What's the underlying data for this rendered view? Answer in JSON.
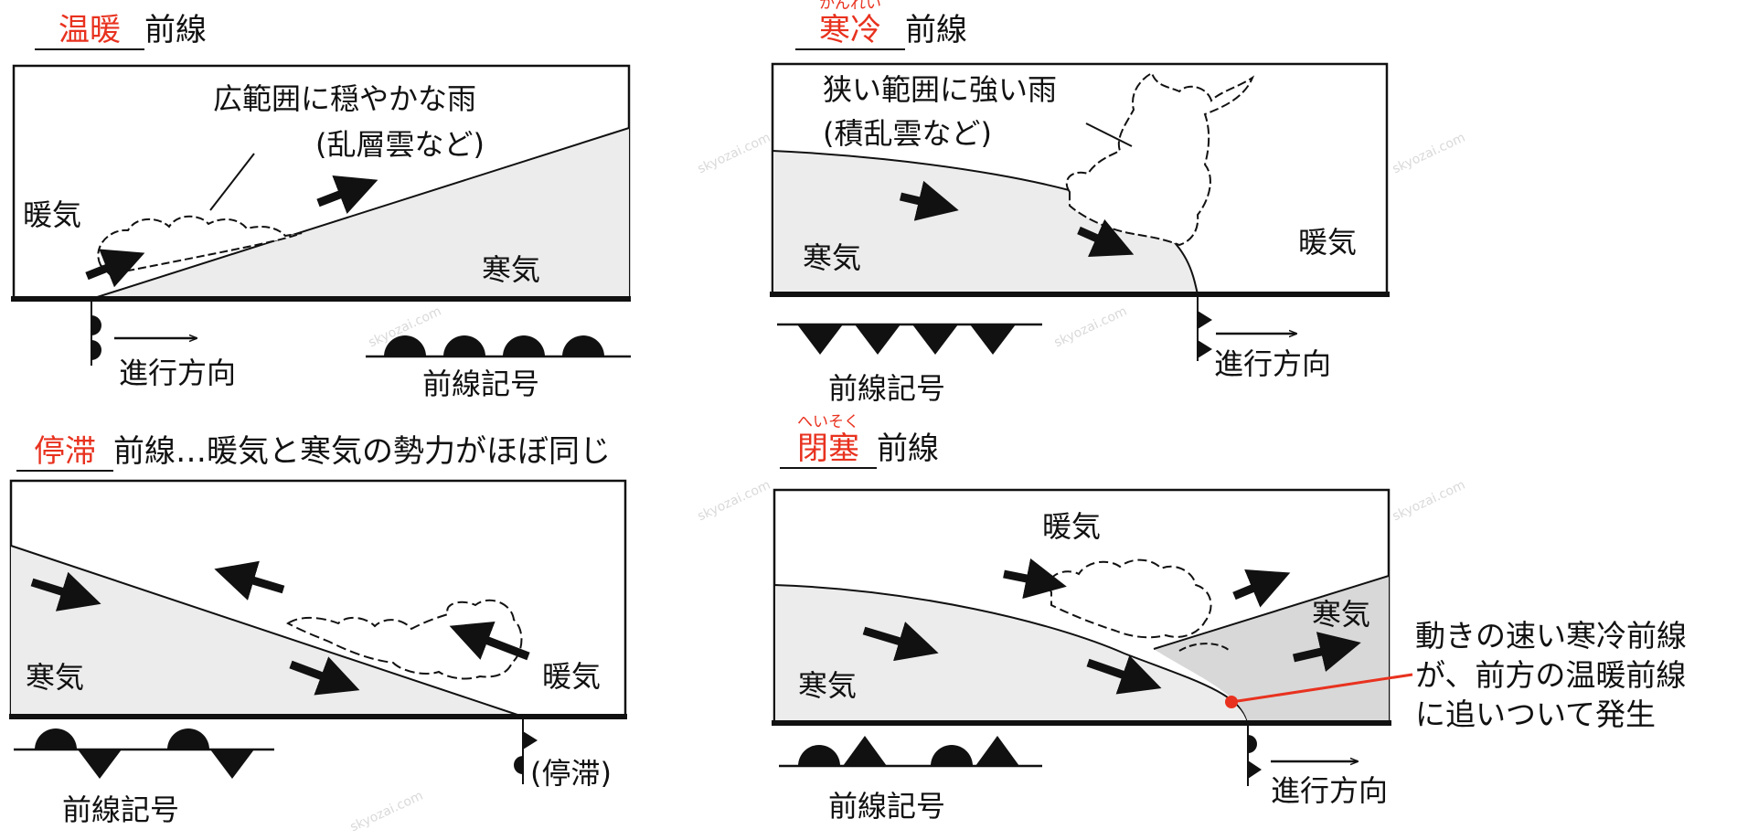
{
  "panels": {
    "warm": {
      "title_keyword": "温暖",
      "title_suffix": "前線",
      "rain_line1": "広範囲に穏やかな雨",
      "rain_line2": "(乱層雲など)",
      "warm_air": "暖気",
      "cold_air": "寒気",
      "direction": "進行方向",
      "symbol_caption": "前線記号"
    },
    "cold": {
      "title_keyword": "寒冷",
      "title_ruby": "かんれい",
      "title_suffix": "前線",
      "rain_line1": "狭い範囲に強い雨",
      "rain_line2": "(積乱雲など)",
      "warm_air": "暖気",
      "cold_air": "寒気",
      "direction": "進行方向",
      "symbol_caption": "前線記号"
    },
    "stationary": {
      "title_keyword": "停滞",
      "title_suffix": "前線…暖気と寒気の勢力がほぼ同じ",
      "warm_air": "暖気",
      "cold_air": "寒気",
      "stationary_mark": "(停滞)",
      "symbol_caption": "前線記号"
    },
    "occluded": {
      "title_keyword": "閉塞",
      "title_ruby": "へいそく",
      "title_suffix": "前線",
      "warm_air": "暖気",
      "cold_air_left": "寒気",
      "cold_air_right": "寒気",
      "direction": "進行方向",
      "symbol_caption": "前線記号",
      "note_line1": "動きの速い寒冷前線",
      "note_line2": "が、前方の温暖前線",
      "note_line3": "に追いついて発生"
    }
  },
  "watermark": "skyozai.com",
  "colors": {
    "accent_red": "#e8321f",
    "cold_air_fill": "#ececec",
    "occluded_cold_fill": "#d8d8d8",
    "line": "#111111"
  }
}
